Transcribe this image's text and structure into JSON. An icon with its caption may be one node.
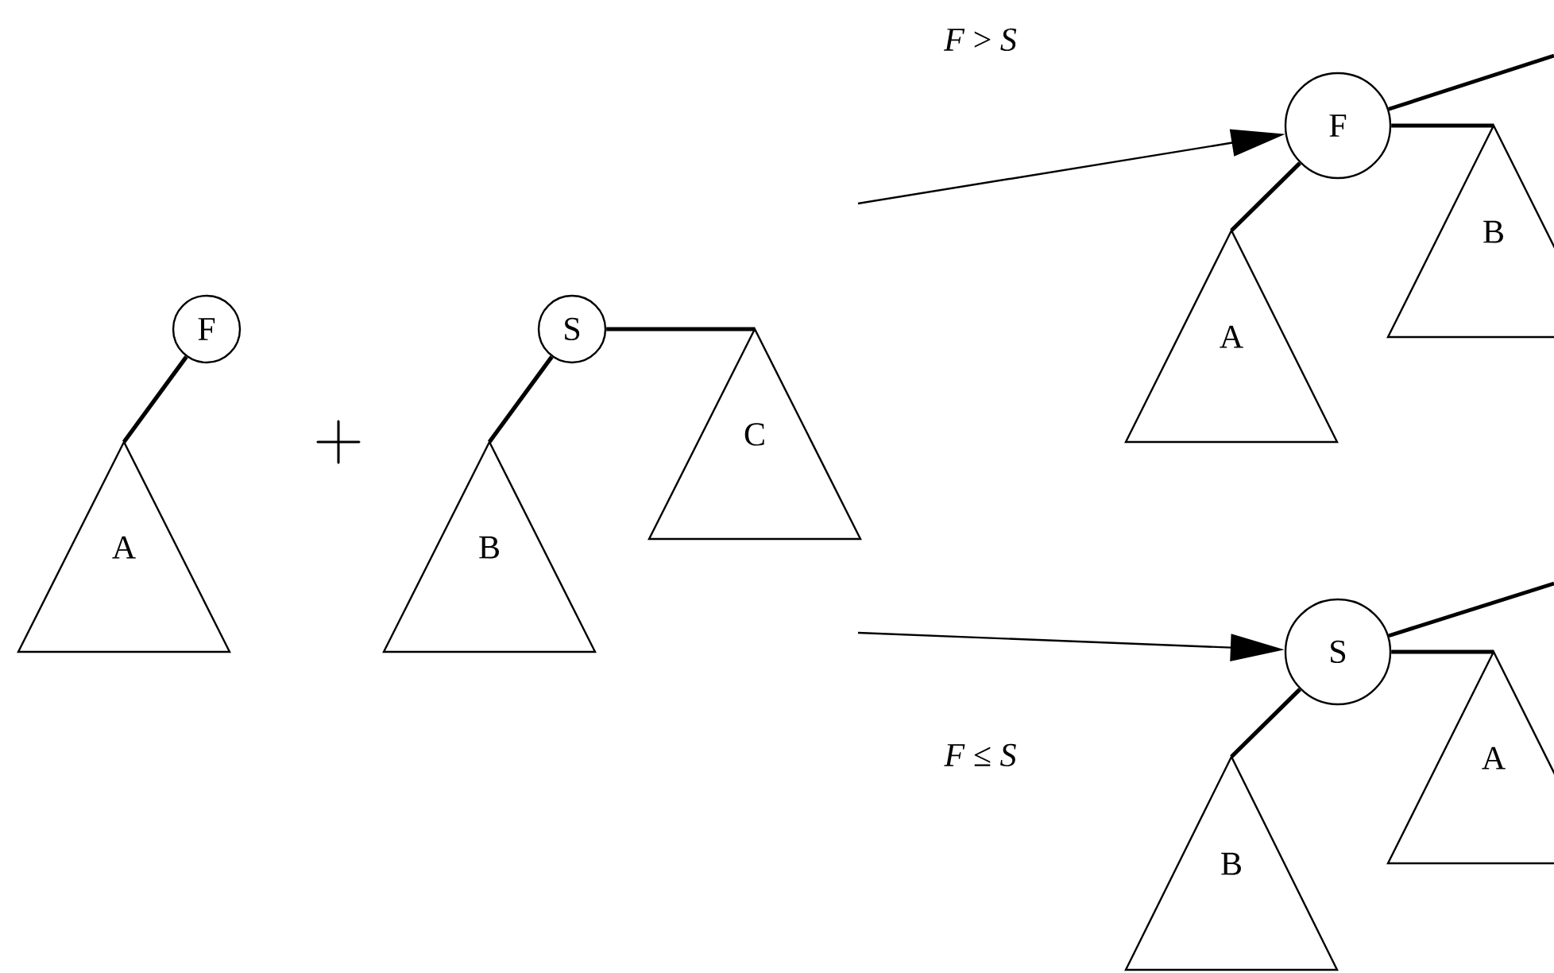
{
  "diagram": {
    "nodes": [
      {
        "text": [
          "F"
        ]
      },
      {
        "text": [
          "A"
        ]
      },
      {
        "text": [
          "S"
        ]
      },
      {
        "text": [
          "B"
        ]
      },
      {
        "text": [
          "C"
        ]
      },
      {
        "text": [
          "F"
        ]
      },
      {
        "text": [
          "A"
        ]
      },
      {
        "text": [
          "B"
        ]
      },
      {
        "text": [
          "S"
        ]
      },
      {
        "text": [
          "B"
        ]
      },
      {
        "text": [
          "A"
        ]
      }
    ],
    "edges": [
      {
        "from": 0,
        "to": 1,
        "arrow": "none"
      },
      {
        "from": 2,
        "to": 3,
        "arrow": "none"
      },
      {
        "from": 2,
        "to": 4,
        "arrow": "none"
      },
      {
        "from": null,
        "to": 5,
        "arrow": "to",
        "label": "*F* > *S*"
      },
      {
        "from": 5,
        "to": 6,
        "arrow": "none"
      },
      {
        "from": 5,
        "to": 7,
        "arrow": "none"
      },
      {
        "from": 5,
        "to": null,
        "arrow": "none"
      },
      {
        "from": null,
        "to": 8,
        "arrow": "to",
        "label": "*F* ≤ *S*"
      },
      {
        "from": 8,
        "to": 9,
        "arrow": "none"
      },
      {
        "from": 8,
        "to": 10,
        "arrow": "none"
      },
      {
        "from": 8,
        "to": null,
        "arrow": "none"
      }
    ],
    "labels": [
      "+"
    ]
  }
}
